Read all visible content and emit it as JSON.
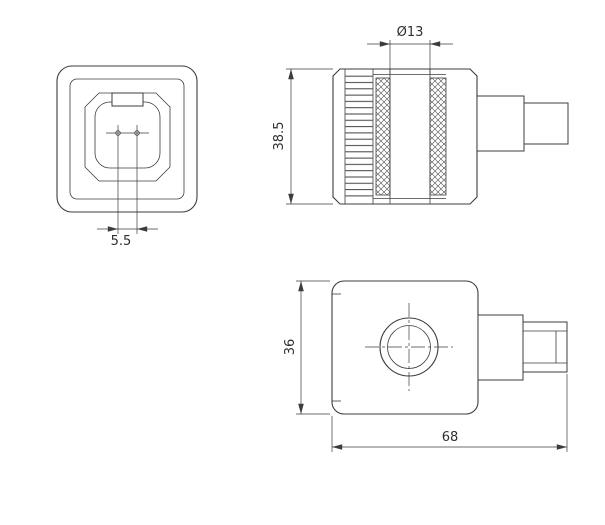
{
  "drawing": {
    "dimensions": {
      "pin_spacing": "5.5",
      "coil_height": "38.5",
      "bore_diameter": "Ø13",
      "body_height": "36",
      "overall_length": "68"
    },
    "colors": {
      "line": "#3c3c3c",
      "background": "#ffffff"
    }
  }
}
